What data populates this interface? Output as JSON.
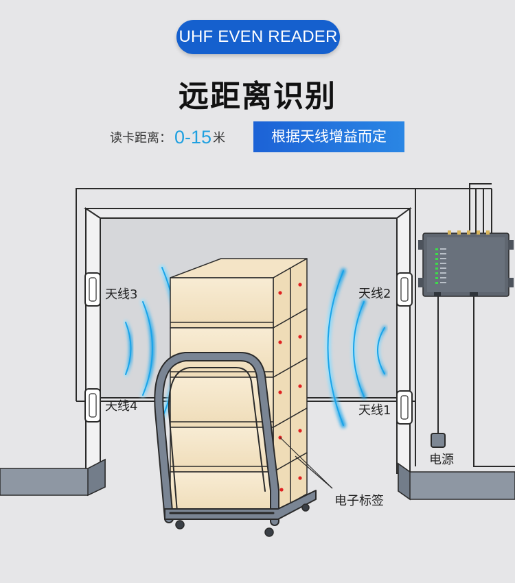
{
  "header": {
    "badge": "UHF EVEN READER",
    "title": "远距离识别"
  },
  "range": {
    "label": "读卡距离：",
    "value": "0-15",
    "unit": "米",
    "note": "根据天线增益而定"
  },
  "labels": {
    "antenna3": "天线3",
    "antenna2": "天线2",
    "antenna4": "天线4",
    "antenna1": "天线1",
    "power": "电源",
    "tag": "电子标签"
  },
  "colors": {
    "accent_blue": "#1560ce",
    "range_blue": "#1fa0e0",
    "tag_red": "#e02020",
    "box_fill": "#f6e8cc",
    "cart_frame": "#7a8594",
    "wall_slab": "#8e97a3",
    "reader_body": "#5f6670",
    "led_green": "#3ddc4a"
  },
  "icons": {
    "antenna": "antenna-panel-icon",
    "reader": "uhf-reader-device-icon",
    "power": "power-plug-icon",
    "tag": "rfid-tag-dot-icon"
  }
}
